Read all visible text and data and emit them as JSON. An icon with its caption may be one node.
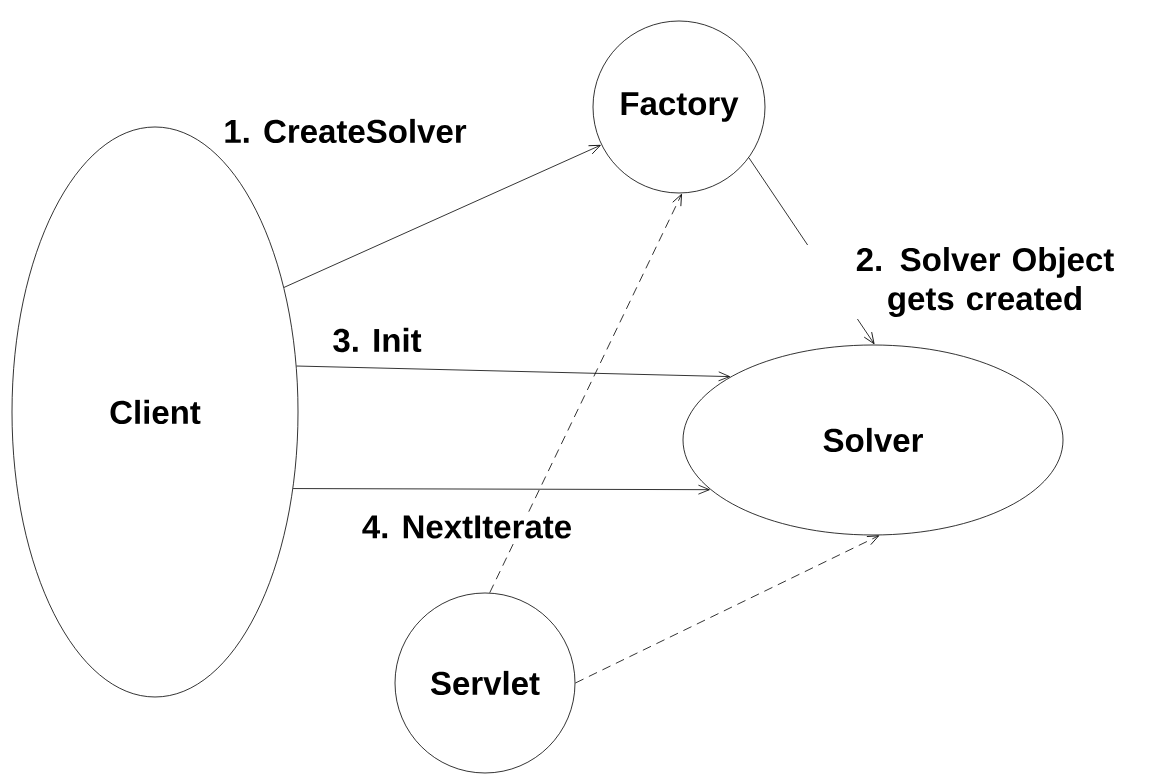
{
  "diagram": {
    "nodes": [
      {
        "text": [
          "Factory"
        ]
      },
      {
        "text": [
          "Client"
        ]
      },
      {
        "text": [
          "Solver"
        ]
      },
      {
        "text": [
          "Servlet"
        ]
      }
    ],
    "edges": [
      {
        "from": 1,
        "to": 0,
        "arrow": "to",
        "label": "1. CreateSolver"
      },
      {
        "from": 0,
        "to": 2,
        "arrow": "to",
        "label": "2. Solver Object gets created"
      },
      {
        "from": 1,
        "to": 2,
        "arrow": "to",
        "label": "3. Init"
      },
      {
        "from": 1,
        "to": 2,
        "arrow": "to",
        "label": "4. NextIterate"
      },
      {
        "from": 3,
        "to": 0,
        "arrow": "to",
        "style": "dashed"
      },
      {
        "from": 3,
        "to": 2,
        "arrow": "to",
        "style": "dashed"
      }
    ]
  }
}
